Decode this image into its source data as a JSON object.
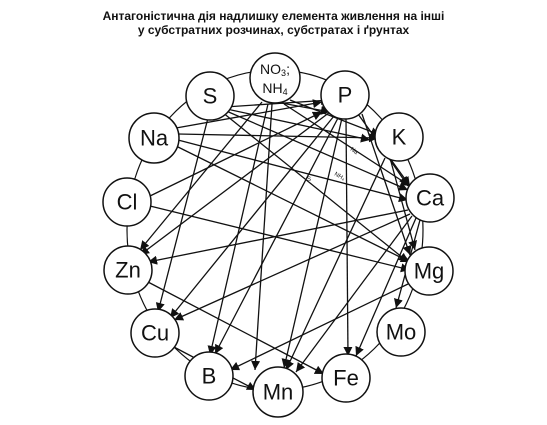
{
  "title": {
    "line1": "Антагоністична дія надлишку елемента живлення на інші",
    "line2": "у субстратних розчинах, субстратах і ґрунтах"
  },
  "nodes": {
    "no3nh4": {
      "line1": "NO",
      "sub1": "3",
      "suffix1": ";",
      "line2": "NH",
      "sub2": "4"
    },
    "s": "S",
    "p": "P",
    "na": "Na",
    "k": "K",
    "cl": "Cl",
    "ca": "Ca",
    "zn": "Zn",
    "mg": "Mg",
    "cu": "Cu",
    "mo": "Mo",
    "b": "B",
    "mn": "Mn",
    "fe": "Fe"
  },
  "edge_labels": {
    "s_to_ca": "S",
    "na_mark": "Na",
    "nh4_mark": "NH₄",
    "no3_mark": "NO₃"
  },
  "colors": {
    "stroke": "#111111",
    "background": "#ffffff"
  }
}
